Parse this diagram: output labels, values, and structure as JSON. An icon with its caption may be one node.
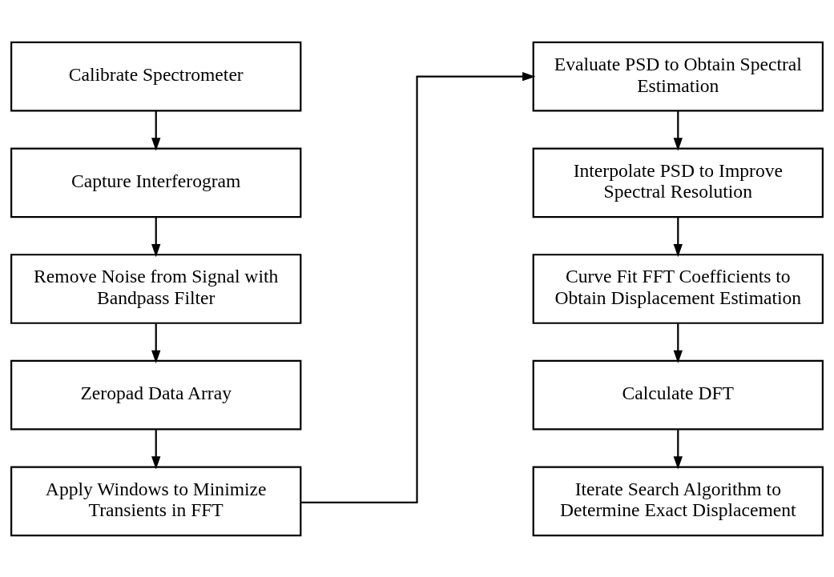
{
  "diagram": {
    "nodes": [
      {
        "text": [
          "Calibrate Spectrometer"
        ]
      },
      {
        "text": [
          "Capture Interferogram"
        ]
      },
      {
        "text": [
          "Remove Noise from Signal with Bandpass Filter"
        ]
      },
      {
        "text": [
          "Zeropad Data Array"
        ]
      },
      {
        "text": [
          "Apply Windows to Minimize Transients in FFT"
        ]
      },
      {
        "text": [
          "Evaluate PSD to Obtain Spectral Estimation"
        ]
      },
      {
        "text": [
          "Interpolate PSD to Improve Spectral Resolution"
        ]
      },
      {
        "text": [
          "Curve Fit FFT Coefficients to Obtain Displacement Estimation"
        ]
      },
      {
        "text": [
          "Calculate DFT"
        ]
      },
      {
        "text": [
          "Iterate Search Algorithm to Determine Exact Displacement"
        ]
      }
    ],
    "edges": [
      {
        "from": 0,
        "to": 1,
        "arrow": "to"
      },
      {
        "from": 1,
        "to": 2,
        "arrow": "to"
      },
      {
        "from": 2,
        "to": 3,
        "arrow": "to"
      },
      {
        "from": 3,
        "to": 4,
        "arrow": "to"
      },
      {
        "from": 4,
        "to": 5,
        "arrow": "to"
      },
      {
        "from": 5,
        "to": 6,
        "arrow": "to"
      },
      {
        "from": 6,
        "to": 7,
        "arrow": "to"
      },
      {
        "from": 7,
        "to": 8,
        "arrow": "to"
      },
      {
        "from": 8,
        "to": 9,
        "arrow": "to"
      }
    ]
  }
}
